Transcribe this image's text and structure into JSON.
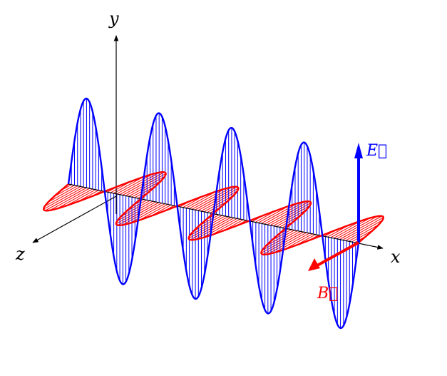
{
  "axes": {
    "x": {
      "label": "x"
    },
    "y": {
      "label": "y"
    },
    "z": {
      "label": "z"
    }
  },
  "vectors": {
    "E": {
      "label": "E⃗",
      "color": "#0000ff"
    },
    "B": {
      "label": "B⃗",
      "color": "#ff0000"
    }
  },
  "waves": {
    "electric": {
      "color": "#0000ff",
      "periods": 4
    },
    "magnetic": {
      "color": "#ff0000",
      "periods": 4
    }
  },
  "axis_color": "#000000"
}
